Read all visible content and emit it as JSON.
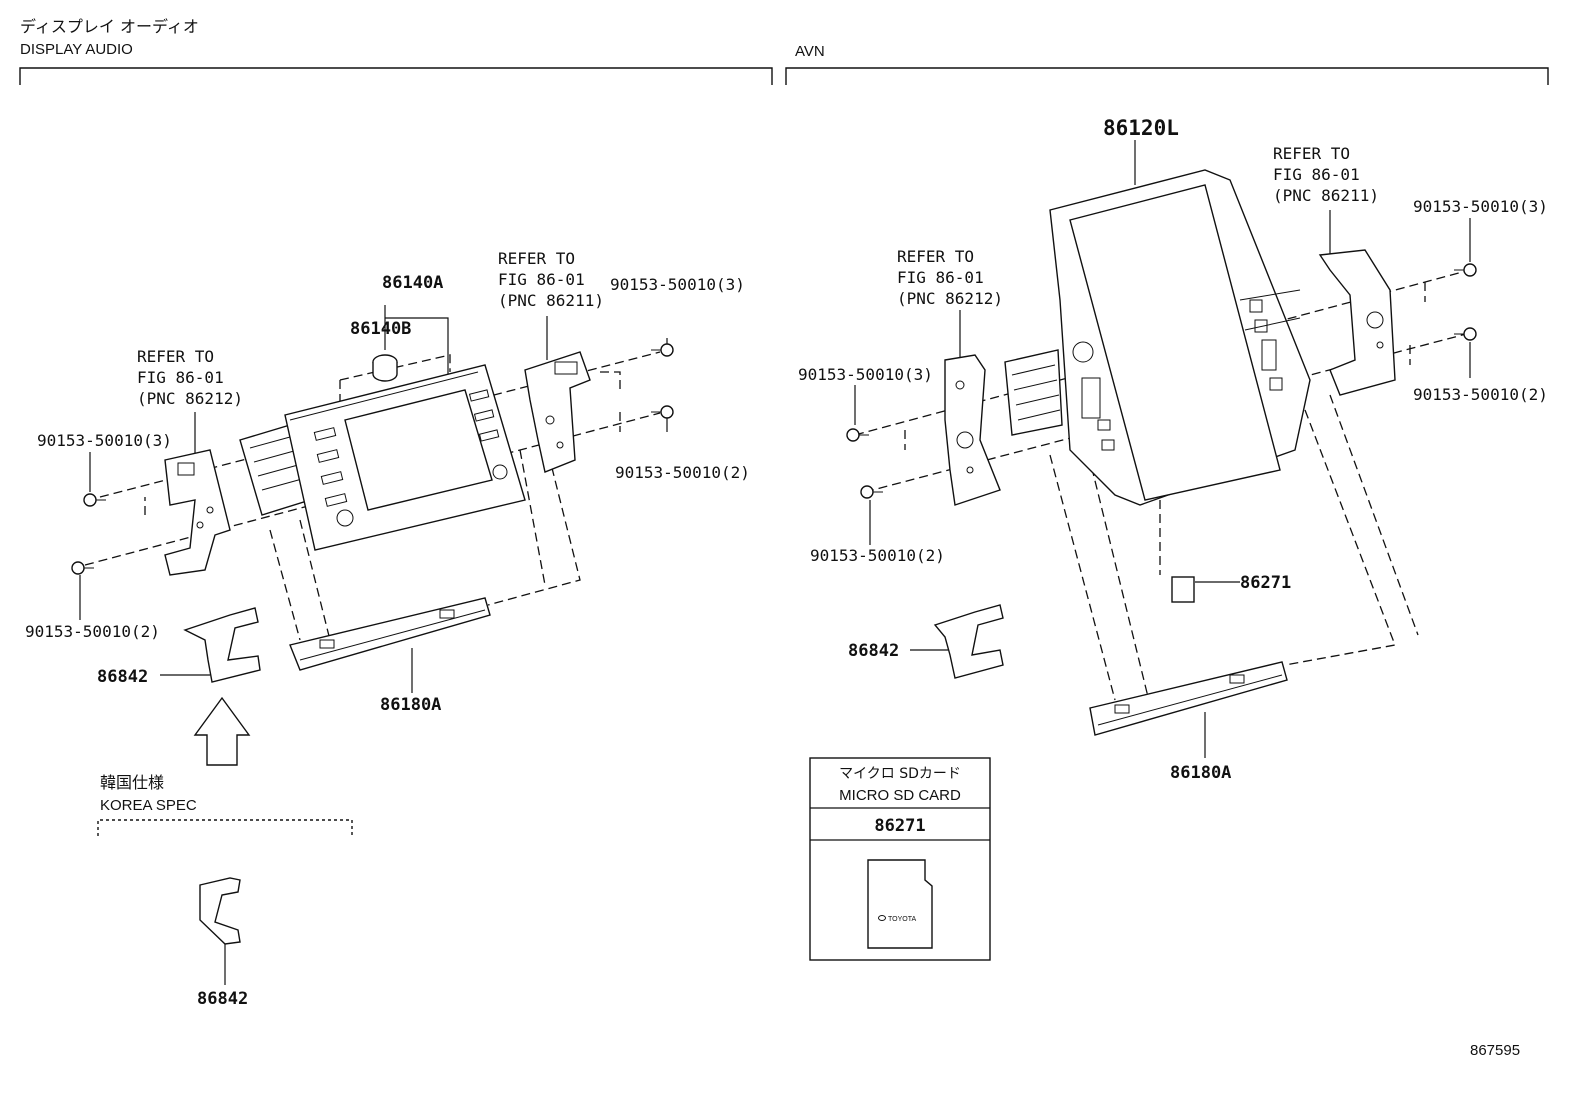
{
  "sections": {
    "display_audio": {
      "title_jp": "ディスプレイ オーディオ",
      "title_en": "DISPLAY AUDIO"
    },
    "avn": {
      "title_en": "AVN"
    },
    "korea": {
      "title_jp": "韓国仕様",
      "title_en": "KOREA SPEC"
    }
  },
  "left": {
    "p86140A": "86140A",
    "p86140B": "86140B",
    "p86180A": "86180A",
    "p86842": "86842",
    "bolt_tl": "90153-50010(3)",
    "bolt_bl": "90153-50010(2)",
    "bolt_tr": "90153-50010(3)",
    "bolt_br": "90153-50010(2)",
    "ref_left": {
      "l1": "REFER TO",
      "l2": "FIG 86-01",
      "l3": "(PNC 86212)"
    },
    "ref_right": {
      "l1": "REFER TO",
      "l2": "FIG 86-01",
      "l3": "(PNC 86211)"
    }
  },
  "korea_part": "86842",
  "right": {
    "p86120L": "86120L",
    "p86271": "86271",
    "p86842": "86842",
    "p86180A": "86180A",
    "bolt_l3": "90153-50010(3)",
    "bolt_l2": "90153-50010(2)",
    "bolt_r3": "90153-50010(3)",
    "bolt_r2": "90153-50010(2)",
    "ref_left": {
      "l1": "REFER TO",
      "l2": "FIG 86-01",
      "l3": "(PNC 86212)"
    },
    "ref_right": {
      "l1": "REFER TO",
      "l2": "FIG 86-01",
      "l3": "(PNC 86211)"
    }
  },
  "sd_card_box": {
    "title_jp": "マイクロ SDカード",
    "title_en": "MICRO SD CARD",
    "part_number": "86271",
    "brand": "TOYOTA"
  },
  "figure_number": "867595"
}
